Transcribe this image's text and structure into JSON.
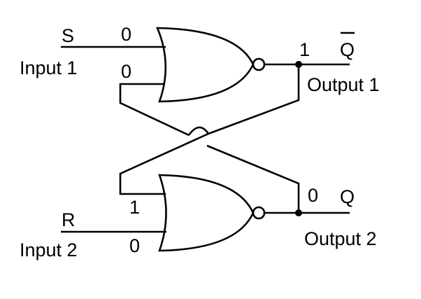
{
  "labels": {
    "s": "S",
    "input1": "Input 1",
    "r": "R",
    "input2": "Input 2",
    "q_bar": "Q",
    "q": "Q",
    "output1": "Output 1",
    "output2": "Output 2"
  },
  "values": {
    "s_in": "0",
    "fb_top": "0",
    "out_top": "1",
    "fb_bottom": "1",
    "r_in": "0",
    "out_bottom": "0"
  },
  "colors": {
    "line": "#000000",
    "background": "#ffffff"
  }
}
